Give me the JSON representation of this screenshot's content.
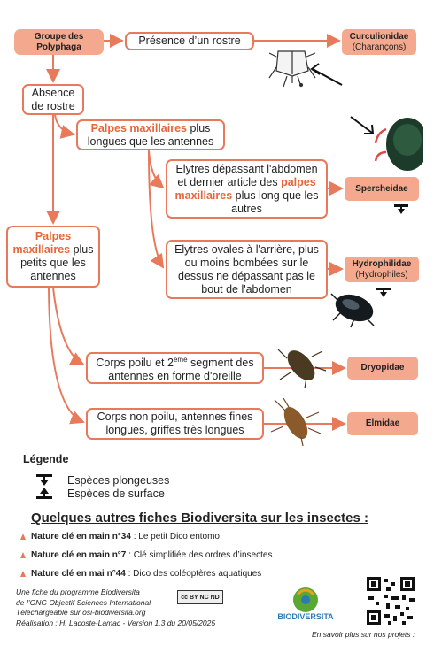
{
  "nodes": {
    "groupe": "Groupe des Polyphaga",
    "rostre": "Présence d’un rostre",
    "absence": "Absence de rostre",
    "palpes_longs": {
      "hl": "Palpes maxillaires",
      "rest": " plus longues que les antennes"
    },
    "elytres_depassant": {
      "pre": "Elytres dépassant l'abdomen et dernier article des ",
      "hl": "palpes maxillaires",
      "post": " plus long que les autres"
    },
    "elytres_ovales": "Elytres ovales à l'arrière, plus ou moins bombées sur le dessus ne dépassant pas le bout de l'abdomen",
    "palpes_courts": {
      "hl": "Palpes maxillaires",
      "rest": " plus petits que les antennes"
    },
    "corps_poilu": {
      "pre": "Corps poilu et 2",
      "sup": "ème",
      "post": " segment des antennes en forme d'oreille"
    },
    "corps_non_poilu": "Corps non poilu, antennes fines longues, griffes très longues"
  },
  "families": {
    "curculionidae": {
      "name": "Curculionidae",
      "common": "(Charançons)"
    },
    "spercheidae": {
      "name": "Spercheidae"
    },
    "hydrophilidae": {
      "name": "Hydrophilidae",
      "common": "(Hydrophiles)"
    },
    "dryopidae": {
      "name": "Dryopidae"
    },
    "elmidae": {
      "name": "Elmidae"
    }
  },
  "legend": {
    "title": "Légende",
    "plongeuses": "Espèces plongeuses",
    "surface": "Espèces de surface"
  },
  "others": {
    "title": "Quelques autres fiches Biodiversita sur les insectes :",
    "items": [
      {
        "bold": "Nature clé en main n°34",
        "text": " : Le petit Dico entomo"
      },
      {
        "bold": "Nature clé en main n°7",
        "text": " : Clé simplifiée des ordres d’insectes"
      },
      {
        "bold": "Nature clé en mai n°44",
        "text": " : Dico des coléoptères aquatiques"
      }
    ]
  },
  "footer": {
    "line1": "Une fiche du programme Biodiversita",
    "line2": "de l’ONG Objectif Sciences International",
    "line3": "Téléchargeable sur osi-biodiversita.org",
    "line4": "Réalisation : H. Lacoste-Lamac - Version 1.3 du 20/05/2025",
    "more": "En savoir plus sur nos projets :",
    "logo": "BIODIVERSITA",
    "cc": "cc BY NC ND"
  },
  "colors": {
    "accent": "#e8795a",
    "family_fill": "#f4a98e",
    "highlight": "#e8653a"
  }
}
